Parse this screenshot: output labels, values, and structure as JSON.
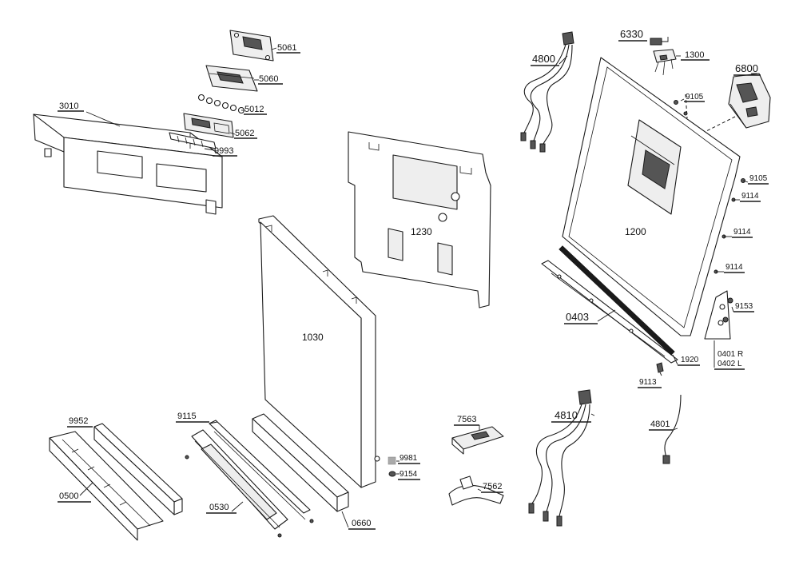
{
  "labels": {
    "p5061": "5061",
    "p5060": "5060",
    "p5012": "5012",
    "p5062": "5062",
    "p9993": "9993",
    "p3010": "3010",
    "p1230": "1230",
    "p1030": "1030",
    "p4800": "4800",
    "p6330": "6330",
    "p1300": "1300",
    "p6800": "6800",
    "p9105a": "9105",
    "p9105b": "9105",
    "p9114a": "9114",
    "p9114b": "9114",
    "p9114c": "9114",
    "p1200": "1200",
    "p9153": "9153",
    "p0403": "0403",
    "p1920": "1920",
    "p0401": "0401 R",
    "p0402": "0402 L",
    "p9113": "9113",
    "p9952": "9952",
    "p9115": "9115",
    "p0500": "0500",
    "p0530": "0530",
    "p0660": "0660",
    "p9981": "9981",
    "p9154": "9154",
    "p7563": "7563",
    "p7562": "7562",
    "p4810": "4810",
    "p4801": "4801"
  }
}
